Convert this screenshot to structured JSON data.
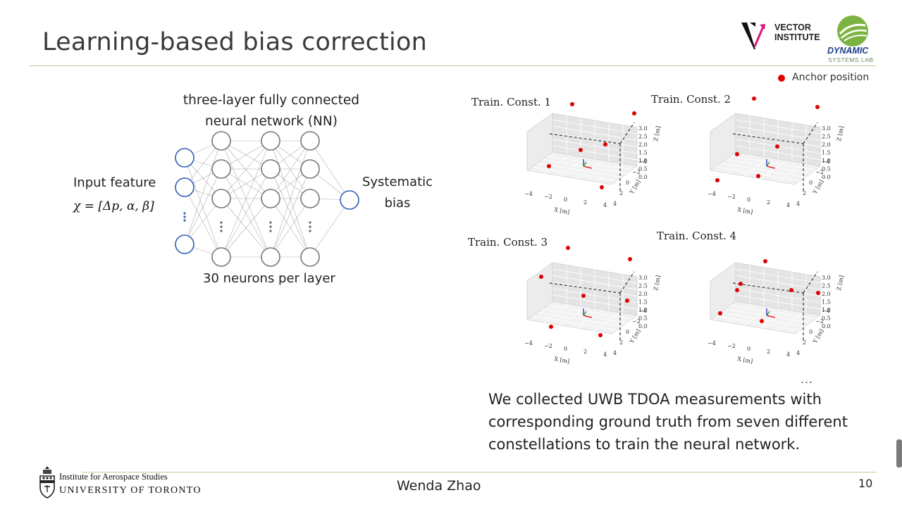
{
  "slide": {
    "title": "Learning-based bias correction",
    "logos": {
      "vector_line1": "VECTOR",
      "vector_line2": "INSTITUTE",
      "dsl_line1": "DYNAMIC",
      "dsl_line2": "SYSTEMS LAB"
    },
    "network": {
      "title_line1": "three-layer fully connected",
      "title_line2": "neural network (NN)",
      "input_label": "Input feature",
      "input_formula": "χ = [Δp, α, β]",
      "output_line1": "Systematic",
      "output_line2": "bias",
      "neurons_label": "30 neurons per layer"
    },
    "plots": {
      "legend": "Anchor position",
      "labels": [
        "Train. Const. 1",
        "Train. Const. 2",
        "Train. Const. 3",
        "Train. Const. 4"
      ],
      "x_axis_label": "X [m]",
      "y_axis_label": "Y [m]",
      "z_axis_label": "Z [m]",
      "x_ticks": [
        "−4",
        "−2",
        "0",
        "2",
        "4"
      ],
      "y_ticks": [
        "−4",
        "−2",
        "0",
        "2",
        "4"
      ],
      "z_ticks": [
        "0.0",
        "0.5",
        "1.0",
        "1.5",
        "2.0",
        "2.5",
        "3.0"
      ],
      "more": "..."
    },
    "description": "We collected UWB TDOA measurements with corresponding ground truth from seven different constellations to train the neural network.",
    "footer": {
      "institute_line1": "Institute for Aerospace Studies",
      "institute_line2": "UNIVERSITY OF TORONTO",
      "presenter": "Wenda Zhao",
      "page_number": "10"
    },
    "colors": {
      "anchor": "#e00000",
      "neuron_io": "#2f5fb3",
      "neuron_hidden": "#777777",
      "rule": "#c9c79f"
    }
  }
}
